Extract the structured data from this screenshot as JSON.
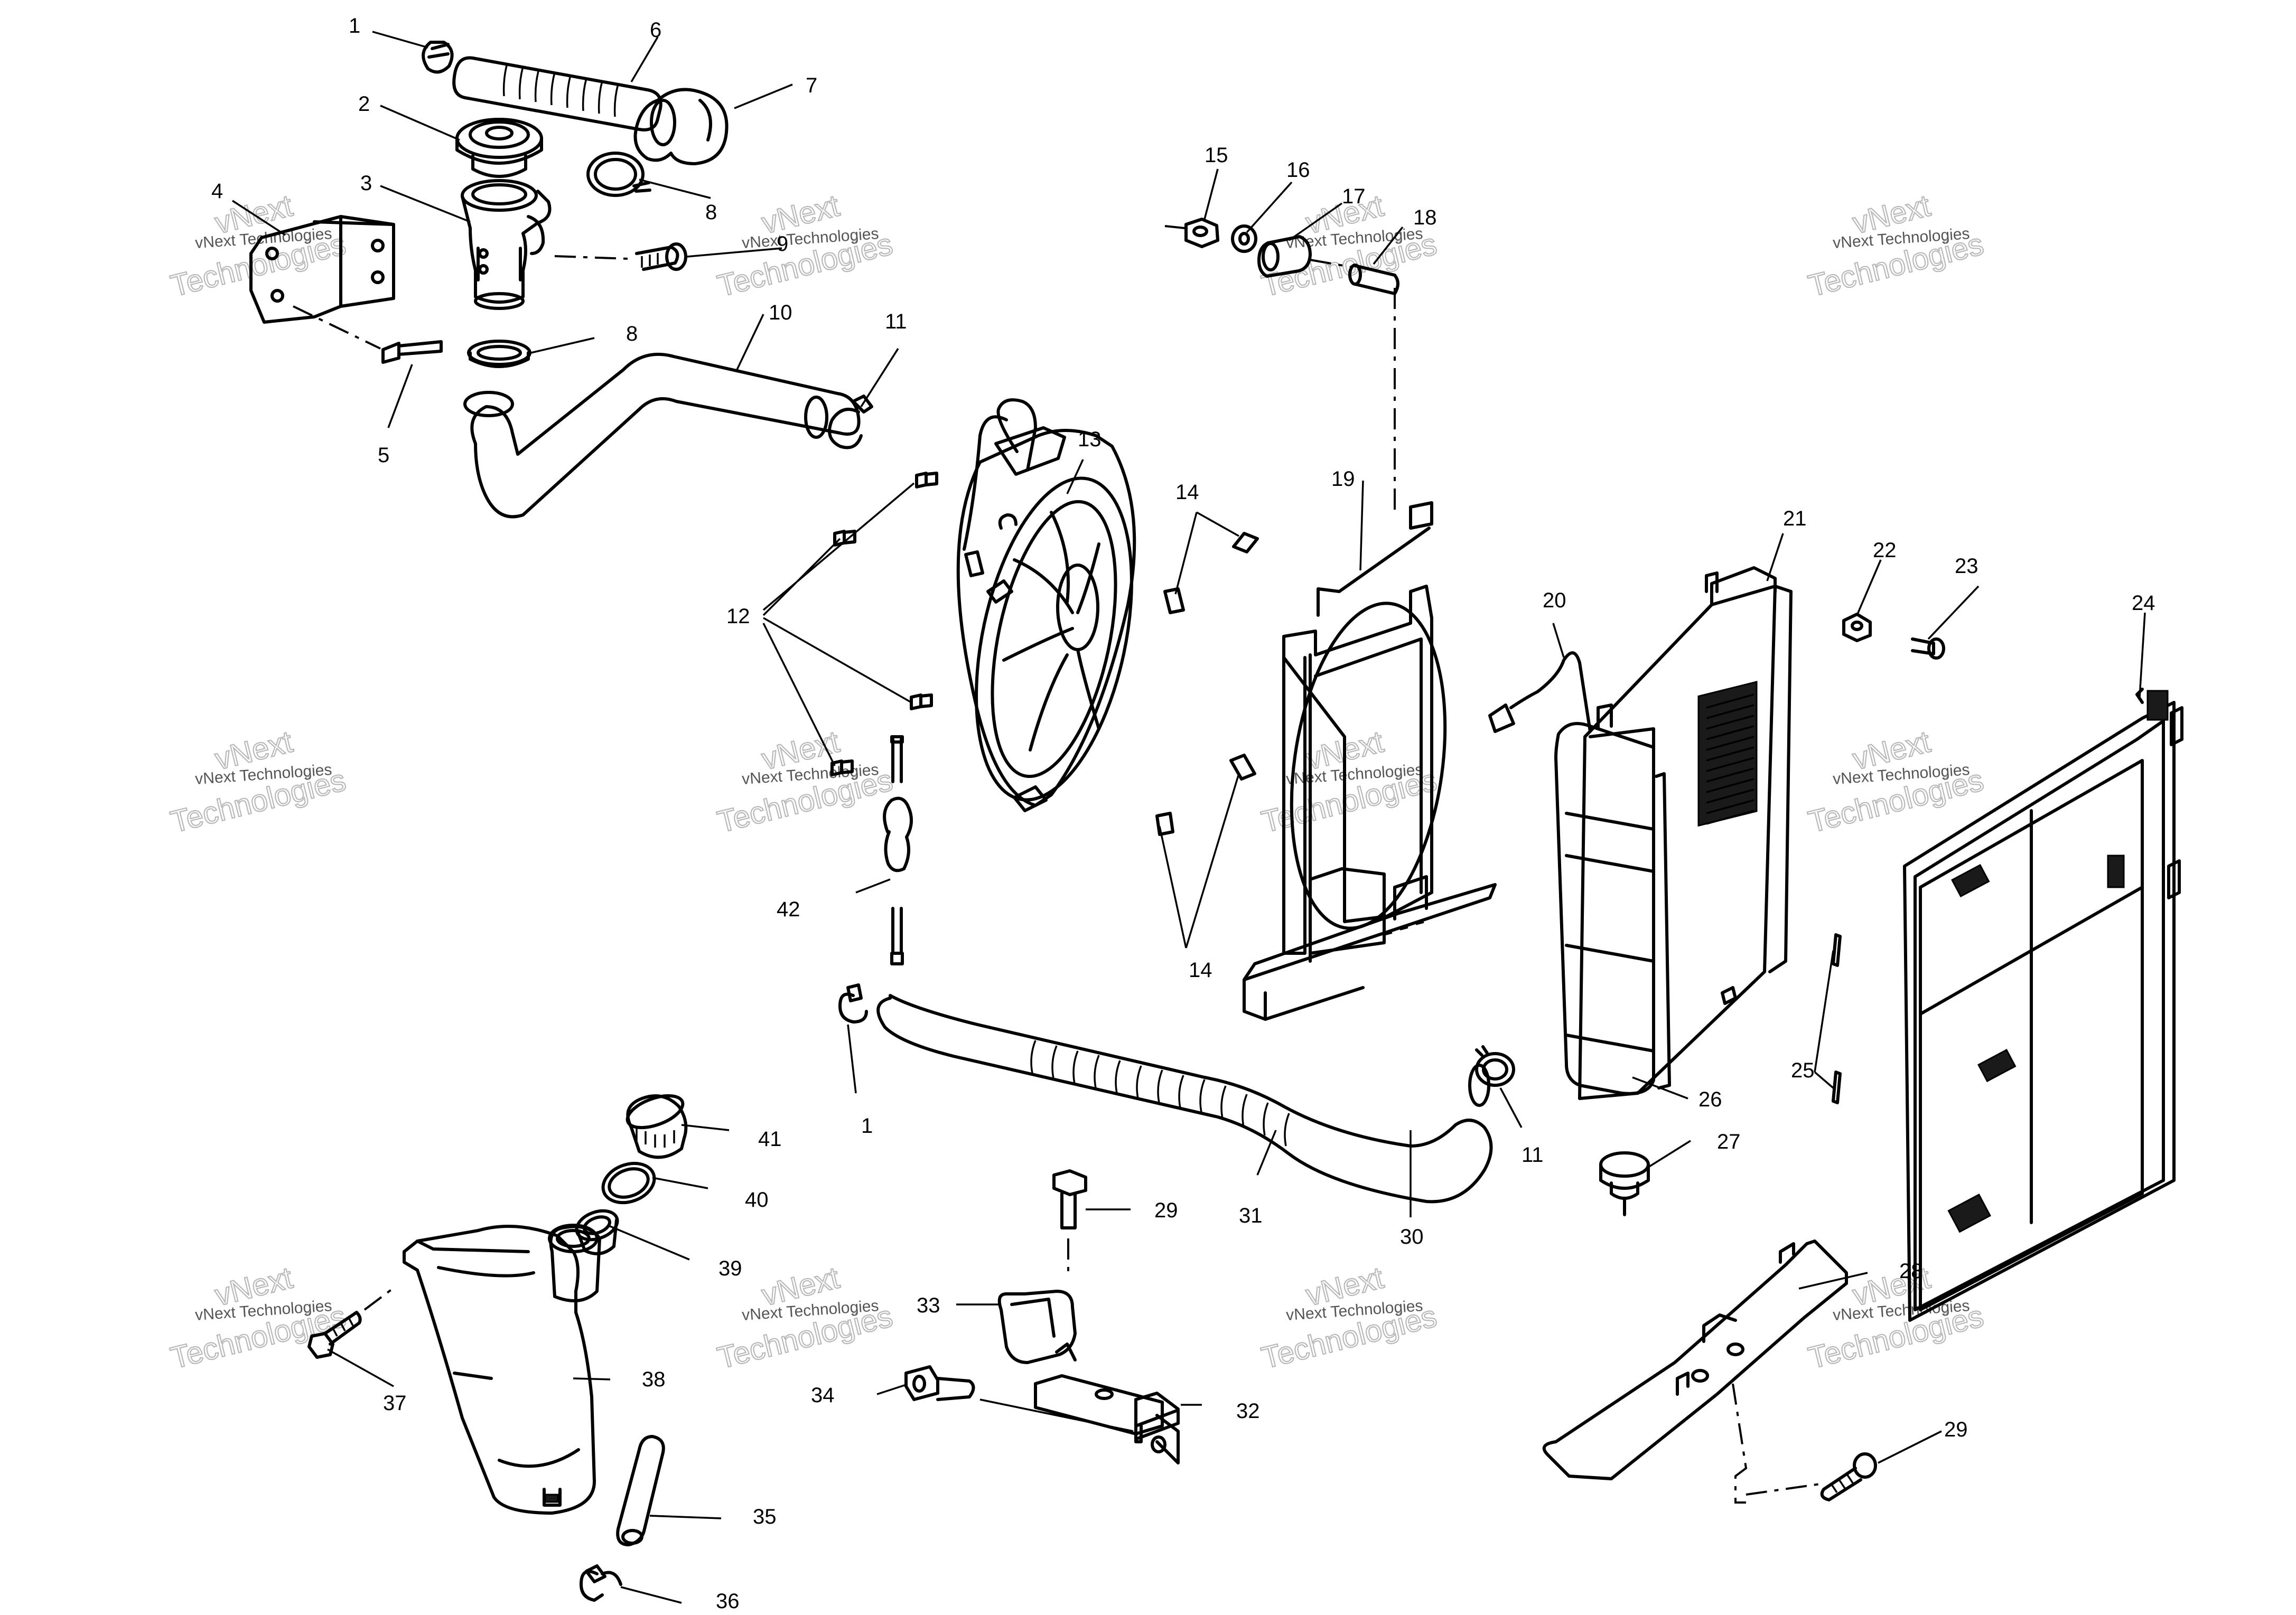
{
  "diagram": {
    "type": "exploded parts diagram",
    "watermark": {
      "line_1": "vNext",
      "line_2": "Technologies",
      "small_text": "vNext Technologies"
    },
    "callouts": [
      {
        "key": "c1a",
        "text": "1"
      },
      {
        "key": "c1b",
        "text": "1"
      },
      {
        "key": "c2",
        "text": "2"
      },
      {
        "key": "c3",
        "text": "3"
      },
      {
        "key": "c4",
        "text": "4"
      },
      {
        "key": "c5",
        "text": "5"
      },
      {
        "key": "c6",
        "text": "6"
      },
      {
        "key": "c7",
        "text": "7"
      },
      {
        "key": "c8a",
        "text": "8"
      },
      {
        "key": "c8b",
        "text": "8"
      },
      {
        "key": "c9",
        "text": "9"
      },
      {
        "key": "c10",
        "text": "10"
      },
      {
        "key": "c11a",
        "text": "11"
      },
      {
        "key": "c11b",
        "text": "11"
      },
      {
        "key": "c12",
        "text": "12"
      },
      {
        "key": "c13",
        "text": "13"
      },
      {
        "key": "c14a",
        "text": "14"
      },
      {
        "key": "c14b",
        "text": "14"
      },
      {
        "key": "c15",
        "text": "15"
      },
      {
        "key": "c16",
        "text": "16"
      },
      {
        "key": "c17",
        "text": "17"
      },
      {
        "key": "c18",
        "text": "18"
      },
      {
        "key": "c19",
        "text": "19"
      },
      {
        "key": "c20",
        "text": "20"
      },
      {
        "key": "c21",
        "text": "21"
      },
      {
        "key": "c22",
        "text": "22"
      },
      {
        "key": "c23",
        "text": "23"
      },
      {
        "key": "c24",
        "text": "24"
      },
      {
        "key": "c25",
        "text": "25"
      },
      {
        "key": "c26",
        "text": "26"
      },
      {
        "key": "c27",
        "text": "27"
      },
      {
        "key": "c28",
        "text": "28"
      },
      {
        "key": "c29a",
        "text": "29"
      },
      {
        "key": "c29b",
        "text": "29"
      },
      {
        "key": "c30",
        "text": "30"
      },
      {
        "key": "c31",
        "text": "31"
      },
      {
        "key": "c32",
        "text": "32"
      },
      {
        "key": "c33",
        "text": "33"
      },
      {
        "key": "c34",
        "text": "34"
      },
      {
        "key": "c35",
        "text": "35"
      },
      {
        "key": "c36",
        "text": "36"
      },
      {
        "key": "c37",
        "text": "37"
      },
      {
        "key": "c38",
        "text": "38"
      },
      {
        "key": "c39",
        "text": "39"
      },
      {
        "key": "c40",
        "text": "40"
      },
      {
        "key": "c41",
        "text": "41"
      },
      {
        "key": "c42",
        "text": "42"
      }
    ]
  }
}
